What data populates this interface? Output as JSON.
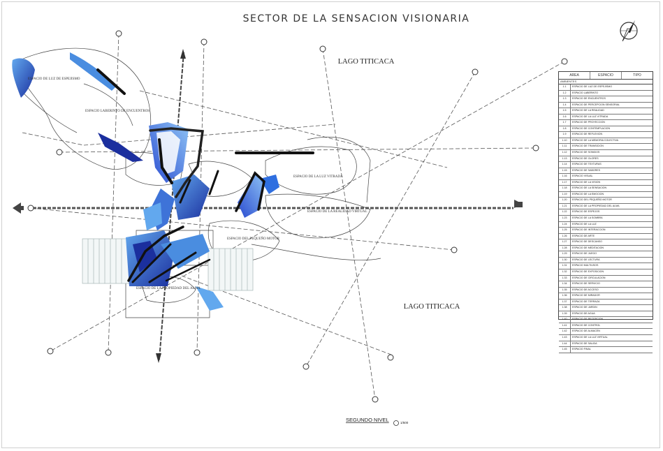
{
  "title": "SECTOR DE LA SENSACION VISIONARIA",
  "lake_labels": [
    "LAGO TITICACA",
    "LAGO TITICACA"
  ],
  "plan_label": "SEGUNDO NIVEL",
  "scale_label": "1/500",
  "north_arrow_icon": "north-arrow-icon",
  "zones": [
    "ESPACIO DE LUZ DE ESPEJISMO",
    "ESPACIO LABERINTO DE ENCUENTROS",
    "ESPACIO DE LA LUZ VITRADA",
    "ESPACIO DE LA REALIDAD VIRTUAL",
    "ESPACIO DEL PEQUEÑO MOTOR",
    "ESPACIO DE LA PROPIEDAD DEL ALMA"
  ],
  "legend_table": {
    "headers": [
      "AREA",
      "ESPACIO",
      "TIPO"
    ],
    "subheader": "AMBIENTES",
    "rows": [
      {
        "code": "1.1",
        "name": "ESPACIO DE LUZ DE ESPEJISMO"
      },
      {
        "code": "1.2",
        "name": "ESPACIO LABERINTO"
      },
      {
        "code": "1.3",
        "name": "ESPACIO DE ENCUENTROS"
      },
      {
        "code": "1.4",
        "name": "ESPACIO DE PERCEPCION SENSORIAL"
      },
      {
        "code": "1.5",
        "name": "ESPACIO DE LA REALIDAD"
      },
      {
        "code": "1.6",
        "name": "ESPACIO DE LA LUZ VITRADA"
      },
      {
        "code": "1.7",
        "name": "ESPACIO DE PROYECCION"
      },
      {
        "code": "1.8",
        "name": "ESPACIO DE CONTEMPLACION"
      },
      {
        "code": "1.9",
        "name": "ESPACIO DE REFLEXION"
      },
      {
        "code": "1.10",
        "name": "ESPACIO DE LA MEMORIA COLECTIVA"
      },
      {
        "code": "1.11",
        "name": "ESPACIO DE TRANSICION"
      },
      {
        "code": "1.12",
        "name": "ESPACIO DE SONIDOS"
      },
      {
        "code": "1.13",
        "name": "ESPACIO DE OLORES"
      },
      {
        "code": "1.14",
        "name": "ESPACIO DE TEXTURAS"
      },
      {
        "code": "1.15",
        "name": "ESPACIO DE SABORES"
      },
      {
        "code": "1.16",
        "name": "ESPACIO VISUAL"
      },
      {
        "code": "1.17",
        "name": "ESPACIO DE LA VISION"
      },
      {
        "code": "1.18",
        "name": "ESPACIO DE LA SENSACION"
      },
      {
        "code": "1.19",
        "name": "ESPACIO DE LA EMOCION"
      },
      {
        "code": "1.20",
        "name": "ESPACIO DEL PEQUEÑO MOTOR"
      },
      {
        "code": "1.21",
        "name": "ESPACIO DE LA PROPIEDAD DEL ALMA"
      },
      {
        "code": "1.22",
        "name": "ESPACIO DE ESPEJOS"
      },
      {
        "code": "1.23",
        "name": "ESPACIO DE LA SOMBRA"
      },
      {
        "code": "1.24",
        "name": "ESPACIO DE LA LUZ"
      },
      {
        "code": "1.25",
        "name": "ESPACIO DE INTERACCION"
      },
      {
        "code": "1.26",
        "name": "ESPACIO DE ARTE"
      },
      {
        "code": "1.27",
        "name": "ESPACIO DE DESCANSO"
      },
      {
        "code": "1.28",
        "name": "ESPACIO DE MEDITACION"
      },
      {
        "code": "1.29",
        "name": "ESPACIO DE JUEGO"
      },
      {
        "code": "1.30",
        "name": "ESPACIO DE LECTURA"
      },
      {
        "code": "1.31",
        "name": "ESPACIO MULTIUSOS"
      },
      {
        "code": "1.32",
        "name": "ESPACIO DE EXPOSICION"
      },
      {
        "code": "1.33",
        "name": "ESPACIO DE CIRCULACION"
      },
      {
        "code": "1.34",
        "name": "ESPACIO DE SERVICIO"
      },
      {
        "code": "1.35",
        "name": "ESPACIO DE ACCESO"
      },
      {
        "code": "1.36",
        "name": "ESPACIO DE MIRADOR"
      },
      {
        "code": "1.37",
        "name": "ESPACIO DE TERRAZA"
      },
      {
        "code": "1.38",
        "name": "ESPACIO DE JARDIN"
      },
      {
        "code": "1.39",
        "name": "ESPACIO DE AGUA"
      },
      {
        "code": "1.40",
        "name": "ESPACIO DE RECEPCION"
      },
      {
        "code": "1.41",
        "name": "ESPACIO DE CONTROL"
      },
      {
        "code": "1.42",
        "name": "ESPACIO DE ALMACEN"
      },
      {
        "code": "1.43",
        "name": "ESPACIO DE LA LUZ VIRTUAL"
      },
      {
        "code": "1.44",
        "name": "ESPACIO DE SALIDA"
      },
      {
        "code": "1.45",
        "name": "ESPACIO FINAL"
      }
    ]
  },
  "colors": {
    "accent_blue": "#2f6fe0",
    "deep_blue": "#1b2f9e",
    "light_blue": "#62a8ee",
    "line": "#333333",
    "dash": "#555555"
  }
}
